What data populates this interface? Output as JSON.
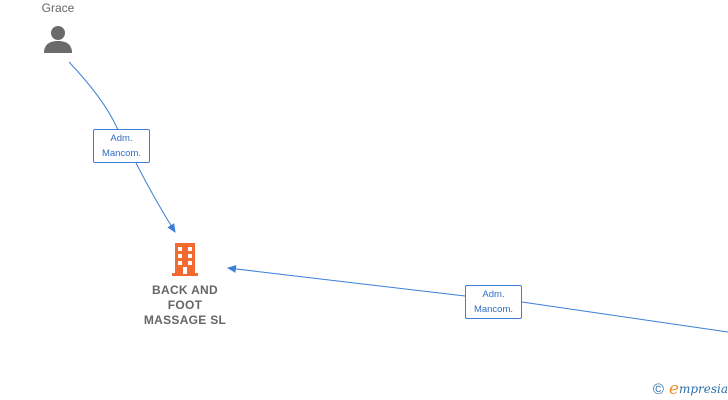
{
  "nodes": {
    "person": {
      "name": "Grace",
      "icon": "person-icon"
    },
    "company": {
      "name": "BACK AND\nFOOT\nMASSAGE  SL",
      "icon": "building-icon"
    }
  },
  "edges": [
    {
      "from": "Grace",
      "to": "BACK AND FOOT MASSAGE SL",
      "label_line1": "Adm.",
      "label_line2": "Mancom."
    },
    {
      "from": "offscreen-right",
      "to": "BACK AND FOOT MASSAGE SL",
      "label_line1": "Adm.",
      "label_line2": "Mancom."
    }
  ],
  "colors": {
    "edge": "#3d7fd6",
    "company_icon": "#f26a2e",
    "person_icon": "#6b6b6b",
    "node_text": "#666666"
  },
  "footer": {
    "copyright_symbol": "©",
    "brand_first_letter": "e",
    "brand_rest": "mpresia"
  }
}
